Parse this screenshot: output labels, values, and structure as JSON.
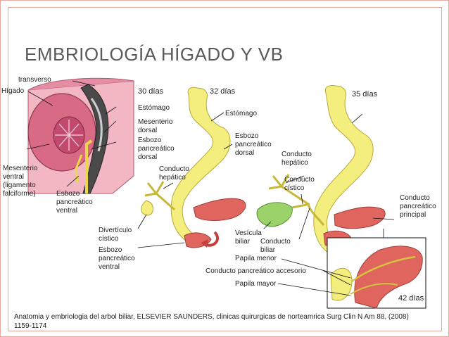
{
  "slide": {
    "title": "EMBRIOLOGÍA HÍGADO Y VB",
    "caption": "Anatomia y embriologia del arbol biliar, ELSEVIER SAUNDERS, clinicas quirurgicas de norteamrica Surg Clin N Am 88, (2008) 1159-1174"
  },
  "figure": {
    "labels": {
      "transverso": "transverso",
      "higado": "Hígado",
      "mesenterio_ventral": "Mesenterio\nventral\n(ligamento\nfalciforme)",
      "esbozo_pancreatico_ventral_1": "Esbozo\npancreático\nventral",
      "dias_30": "30 días",
      "estomago_1": "Estómago",
      "mesenterio_dorsal": "Mesenterio\ndorsal",
      "esbozo_pancreatico_dorsal_1": "Esbozo\npancreático\ndorsal",
      "conducto_hepatico_1": "Conducto\nhepático",
      "diverticulo_cistico": "Divertículo\ncístico",
      "esbozo_pancreatico_ventral_2": "Esbozo\npancreático\nventral",
      "dias_32": "32 días",
      "estomago_2": "Estómago",
      "esbozo_pancreatico_dorsal_2": "Esbozo\npancreático\ndorsal",
      "conducto_hepatico_2": "Conducto\nhepático",
      "conducto_cistico": "Conducto\ncístico",
      "vesicula_biliar": "Vesícula\nbiliar",
      "conducto_biliar": "Conducto\nbiliar",
      "dias_35": "35 días",
      "conducto_pancreatico_principal": "Conducto\npancreático\nprincipal",
      "papila_menor": "Papila menor",
      "conducto_pancreatico_accesorio": "Conducto pancreático accesorio",
      "papila_mayor": "Papila mayor",
      "dias_42": "42 días"
    }
  }
}
